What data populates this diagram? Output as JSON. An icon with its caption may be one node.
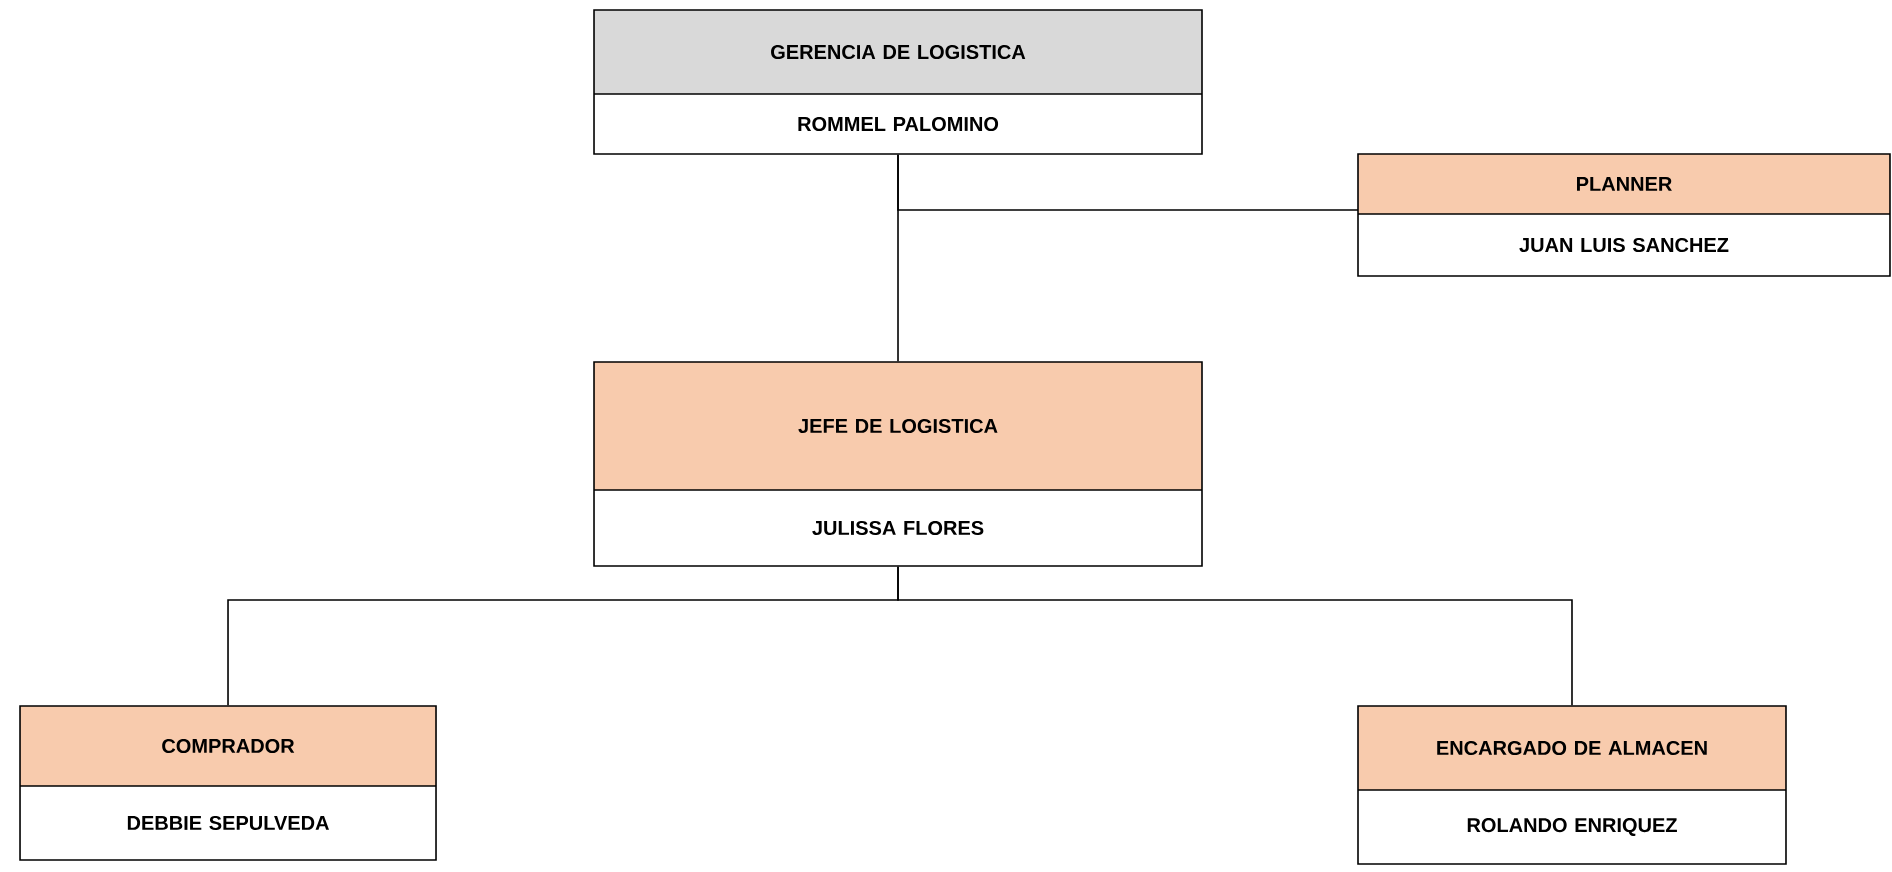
{
  "diagram": {
    "nodes": [
      {
        "text": [
          "GERENCIA DE LOGISTICA",
          "ROMMEL PALOMINO"
        ]
      },
      {
        "text": [
          "PLANNER",
          "JUAN LUIS SANCHEZ"
        ]
      },
      {
        "text": [
          "JEFE DE LOGISTICA",
          "JULISSA FLORES"
        ]
      },
      {
        "text": [
          "COMPRADOR",
          "DEBBIE SEPULVEDA"
        ]
      },
      {
        "text": [
          "ENCARGADO DE ALMACEN",
          "ROLANDO ENRIQUEZ"
        ]
      }
    ],
    "edges": [
      {
        "from": 0,
        "to": 2,
        "arrow": "none"
      },
      {
        "from": 0,
        "to": 1,
        "arrow": "none"
      },
      {
        "from": 2,
        "to": 3,
        "arrow": "none"
      },
      {
        "from": 2,
        "to": 4,
        "arrow": "none"
      }
    ]
  }
}
